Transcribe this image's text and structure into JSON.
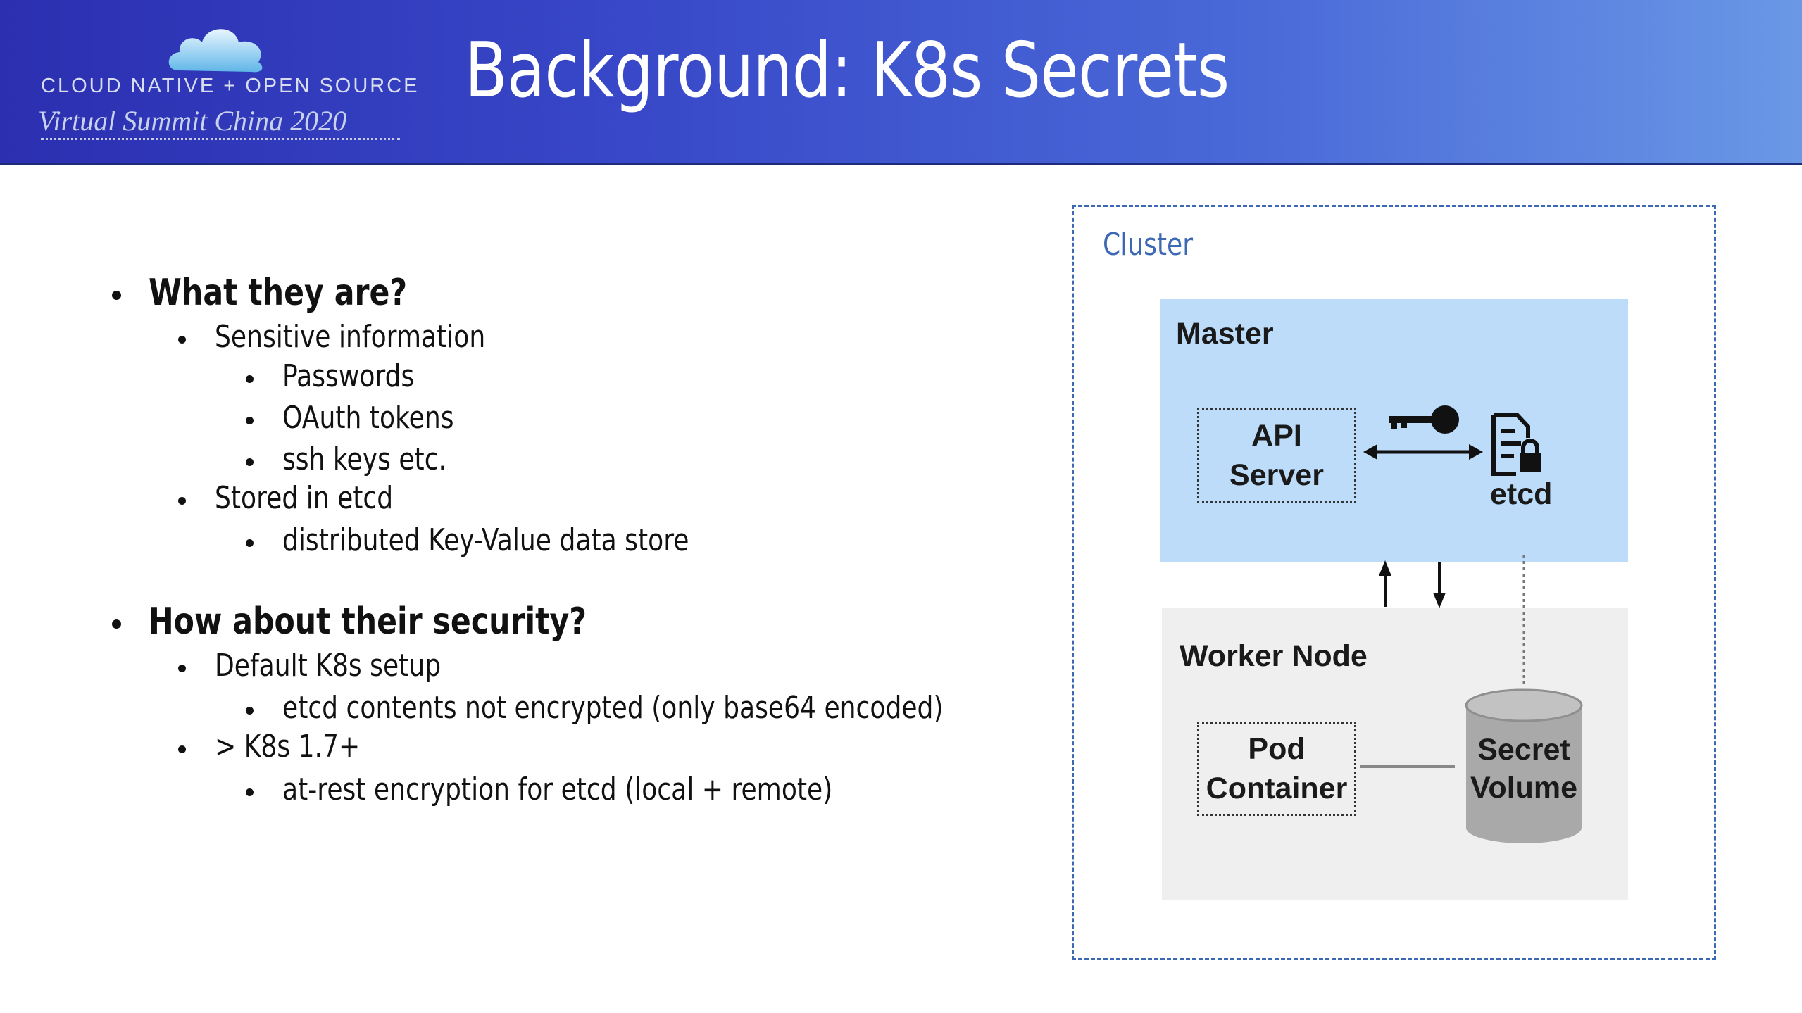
{
  "header": {
    "logo_line1": "CLOUD NATIVE + OPEN SOURCE",
    "logo_line2": "Virtual Summit China 2020",
    "title": "Background: K8s Secrets"
  },
  "bullets": [
    {
      "level": 1,
      "text": "What they are?"
    },
    {
      "level": 2,
      "text": "Sensitive information"
    },
    {
      "level": 3,
      "text": "Passwords"
    },
    {
      "level": 3,
      "text": "OAuth tokens"
    },
    {
      "level": 3,
      "text": "ssh keys etc."
    },
    {
      "level": 2,
      "text": "Stored in etcd"
    },
    {
      "level": 3,
      "text": "distributed Key-Value data store"
    },
    {
      "level": 1,
      "text": "How about their security?"
    },
    {
      "level": 2,
      "text": "Default K8s setup"
    },
    {
      "level": 3,
      "text": "etcd contents not encrypted (only base64 encoded)"
    },
    {
      "level": 2,
      "text": "> K8s 1.7+"
    },
    {
      "level": 3,
      "text": "at-rest encryption for etcd (local + remote)"
    }
  ],
  "diagram": {
    "cluster_label": "Cluster",
    "master_label": "Master",
    "api_server_label": "API\nServer",
    "etcd_label": "etcd",
    "worker_label": "Worker Node",
    "pod_label": "Pod\nContainer",
    "secret_volume_label": "Secret\nVolume"
  },
  "colors": {
    "header_gradient_start": "#2b2fb0",
    "header_gradient_end": "#6a98e6",
    "cluster_border": "#3d68b3",
    "master_fill": "#bcdcfa",
    "worker_fill": "#efefef",
    "cylinder_fill": "#a9a9a9"
  },
  "icons": [
    "cloud-logo",
    "key-icon",
    "document-lock-icon",
    "double-arrow-icon",
    "cylinder-icon"
  ]
}
